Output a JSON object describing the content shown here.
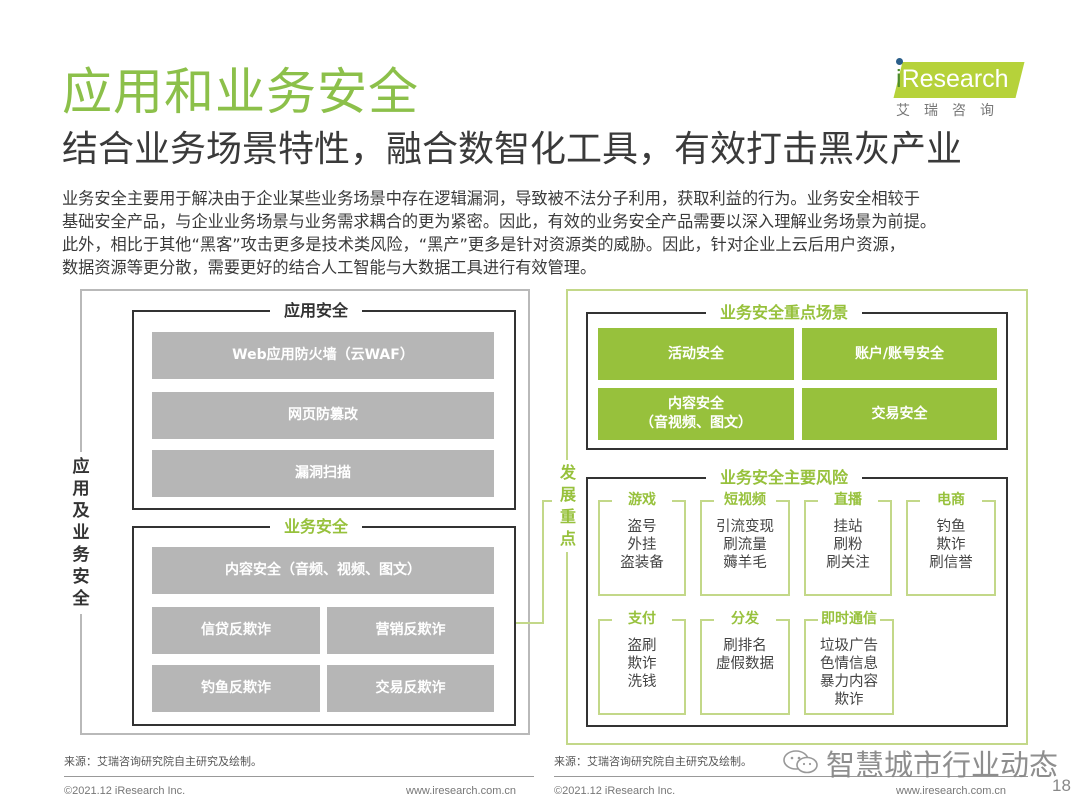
{
  "header": {
    "title": "应用和业务安全",
    "subtitle": "结合业务场景特性，融合数智化工具，有效打击黑灰产业",
    "logo": {
      "icon": "iresearch-logo",
      "i": "i",
      "brand": "Research",
      "cn": "艾瑞咨询"
    }
  },
  "body": {
    "lines": [
      "业务安全主要用于解决由于企业某些业务场景中存在逻辑漏洞，导致被不法分子利用，获取利益的行为。业务安全相较于",
      "基础安全产品，与企业业务场景与业务需求耦合的更为紧密。因此，有效的业务安全产品需要以深入理解业务场景为前提。",
      "此外，相比于其他“黑客”攻击更多是技术类风险，“黑产”更多是针对资源类的威胁。因此，针对企业上云后用户资源，",
      "数据资源等更分散，需要更好的结合人工智能与大数据工具进行有效管理。"
    ]
  },
  "left_panel": {
    "side_label": "应用及业务安全",
    "app_security": {
      "title": "应用安全",
      "items": [
        "Web应用防火墙（云WAF）",
        "网页防篡改",
        "漏洞扫描"
      ]
    },
    "biz_security": {
      "title": "业务安全",
      "full_item": "内容安全（音频、视频、图文）",
      "grid": [
        "信贷反欺诈",
        "营销反欺诈",
        "钓鱼反欺诈",
        "交易反欺诈"
      ]
    },
    "source": "来源：艾瑞咨询研究院自主研究及绘制。",
    "copyright": "©2021.12 iResearch Inc.",
    "url": "www.iresearch.com.cn"
  },
  "right_panel": {
    "side_label": "发展重点",
    "key_scenes": {
      "title": "业务安全重点场景",
      "items": [
        "活动安全",
        "账户/账号安全",
        "内容安全\n（音视频、图文）",
        "交易安全"
      ],
      "item_lines": [
        [
          "活动安全"
        ],
        [
          "账户/账号安全"
        ],
        [
          "内容安全",
          "（音视频、图文）"
        ],
        [
          "交易安全"
        ]
      ]
    },
    "main_risks": {
      "title": "业务安全主要风险",
      "categories": [
        {
          "name": "游戏",
          "items": [
            "盗号",
            "外挂",
            "盗装备"
          ]
        },
        {
          "name": "短视频",
          "items": [
            "引流变现",
            "刷流量",
            "薅羊毛"
          ]
        },
        {
          "name": "直播",
          "items": [
            "挂站",
            "刷粉",
            "刷关注"
          ]
        },
        {
          "name": "电商",
          "items": [
            "钓鱼",
            "欺诈",
            "刷信誉"
          ]
        },
        {
          "name": "支付",
          "items": [
            "盗刷",
            "欺诈",
            "洗钱"
          ]
        },
        {
          "name": "分发",
          "items": [
            "刷排名",
            "虚假数据"
          ]
        },
        {
          "name": "即时通信",
          "items": [
            "垃圾广告",
            "色情信息",
            "暴力内容",
            "欺诈"
          ]
        }
      ]
    },
    "source": "来源：艾瑞咨询研究院自主研究及绘制。",
    "copyright": "©2021.12 iResearch Inc.",
    "url": "www.iresearch.com.cn"
  },
  "watermark": {
    "icon": "wechat-icon",
    "text": "智慧城市行业动态"
  },
  "page_number": "18",
  "colors": {
    "title_green": "#8cc04a",
    "box_green": "#97c13c",
    "line_green": "#c3d889",
    "box_gray": "#b6b6b6",
    "line_gray": "#b9b9b9"
  }
}
